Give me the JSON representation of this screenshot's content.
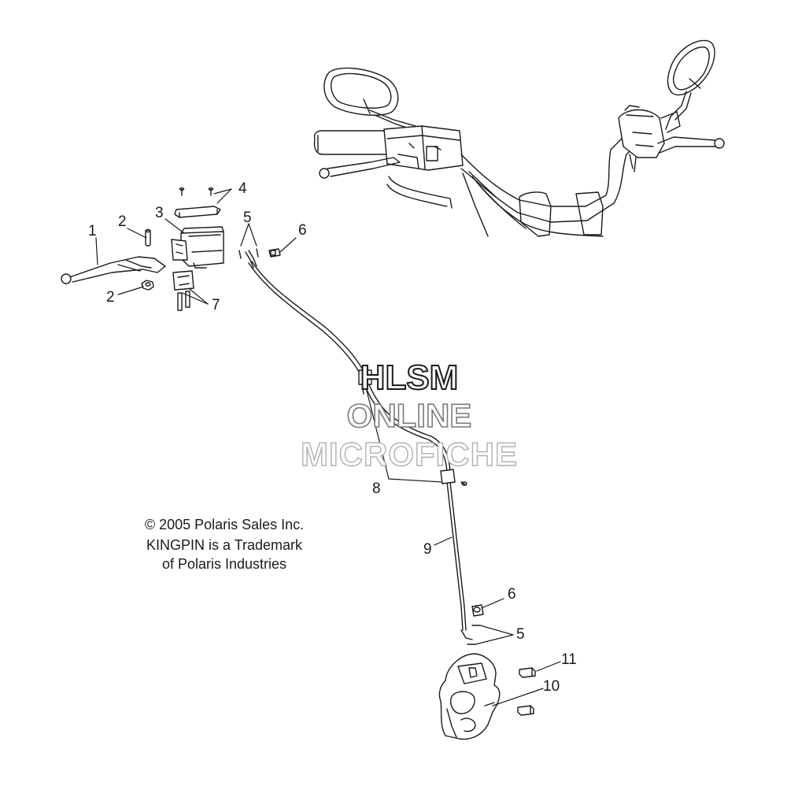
{
  "watermark": {
    "line1": "HLSM",
    "line2": "ONLINE",
    "line3": "MICROFICHE"
  },
  "copyright": {
    "line1": "© 2005 Polaris Sales Inc.",
    "line2": "KINGPIN is a Trademark",
    "line3": "of Polaris Industries"
  },
  "callouts": {
    "c1": "1",
    "c2a": "2",
    "c2b": "2",
    "c3": "3",
    "c4": "4",
    "c5a": "5",
    "c6a": "6",
    "c7": "7",
    "c8": "8",
    "c9": "9",
    "c6b": "6",
    "c5b": "5",
    "c11": "11",
    "c10": "10"
  },
  "colors": {
    "line": "#1a1a1a",
    "background": "#ffffff"
  }
}
